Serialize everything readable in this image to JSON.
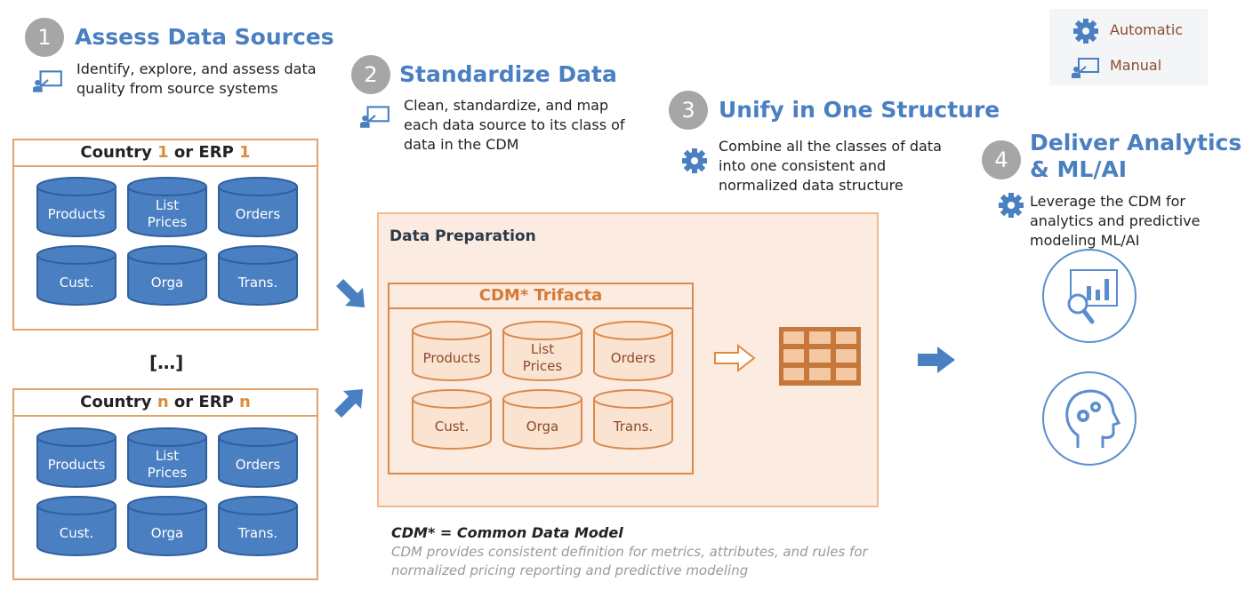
{
  "legend": {
    "automatic": "Automatic",
    "manual": "Manual"
  },
  "steps": [
    {
      "number": "1",
      "title": "Assess Data Sources",
      "description": "Identify, explore, and assess data quality from source systems",
      "mode": "manual"
    },
    {
      "number": "2",
      "title": "Standardize Data",
      "description": "Clean, standardize, and map each data source to its class of data in the CDM",
      "mode": "manual"
    },
    {
      "number": "3",
      "title": "Unify in One Structure",
      "description": "Combine all the classes of data into one consistent and normalized data structure",
      "mode": "automatic"
    },
    {
      "number": "4",
      "title": "Deliver Analytics & ML/AI",
      "description": "Leverage the CDM for analytics and predictive modeling ML/AI",
      "mode": "automatic"
    }
  ],
  "country1": {
    "prefix": "Country ",
    "num": "1",
    "mid": " or ERP ",
    "num2": "1"
  },
  "countryN": {
    "prefix": "Country ",
    "num": "n",
    "mid": " or ERP ",
    "num2": "n"
  },
  "ellipsis": "[…]",
  "sources": [
    "Products",
    "List Prices",
    "Orders",
    "Cust.",
    "Orga",
    "Trans."
  ],
  "data_prep": {
    "title": "Data Preparation",
    "cdm_title": "CDM* Trifacta"
  },
  "footnote": {
    "title": "CDM* = Common Data Model",
    "text": "CDM provides consistent definition for metrics, attributes, and rules for normalized pricing reporting and predictive modeling"
  },
  "colors": {
    "accent_blue": "#4a7fc1",
    "accent_orange": "#d98a4e",
    "step_gray": "#a6a6a6"
  },
  "icons": [
    "gear-icon",
    "presenter-icon",
    "chart-search-icon",
    "head-gears-icon",
    "table-icon"
  ]
}
